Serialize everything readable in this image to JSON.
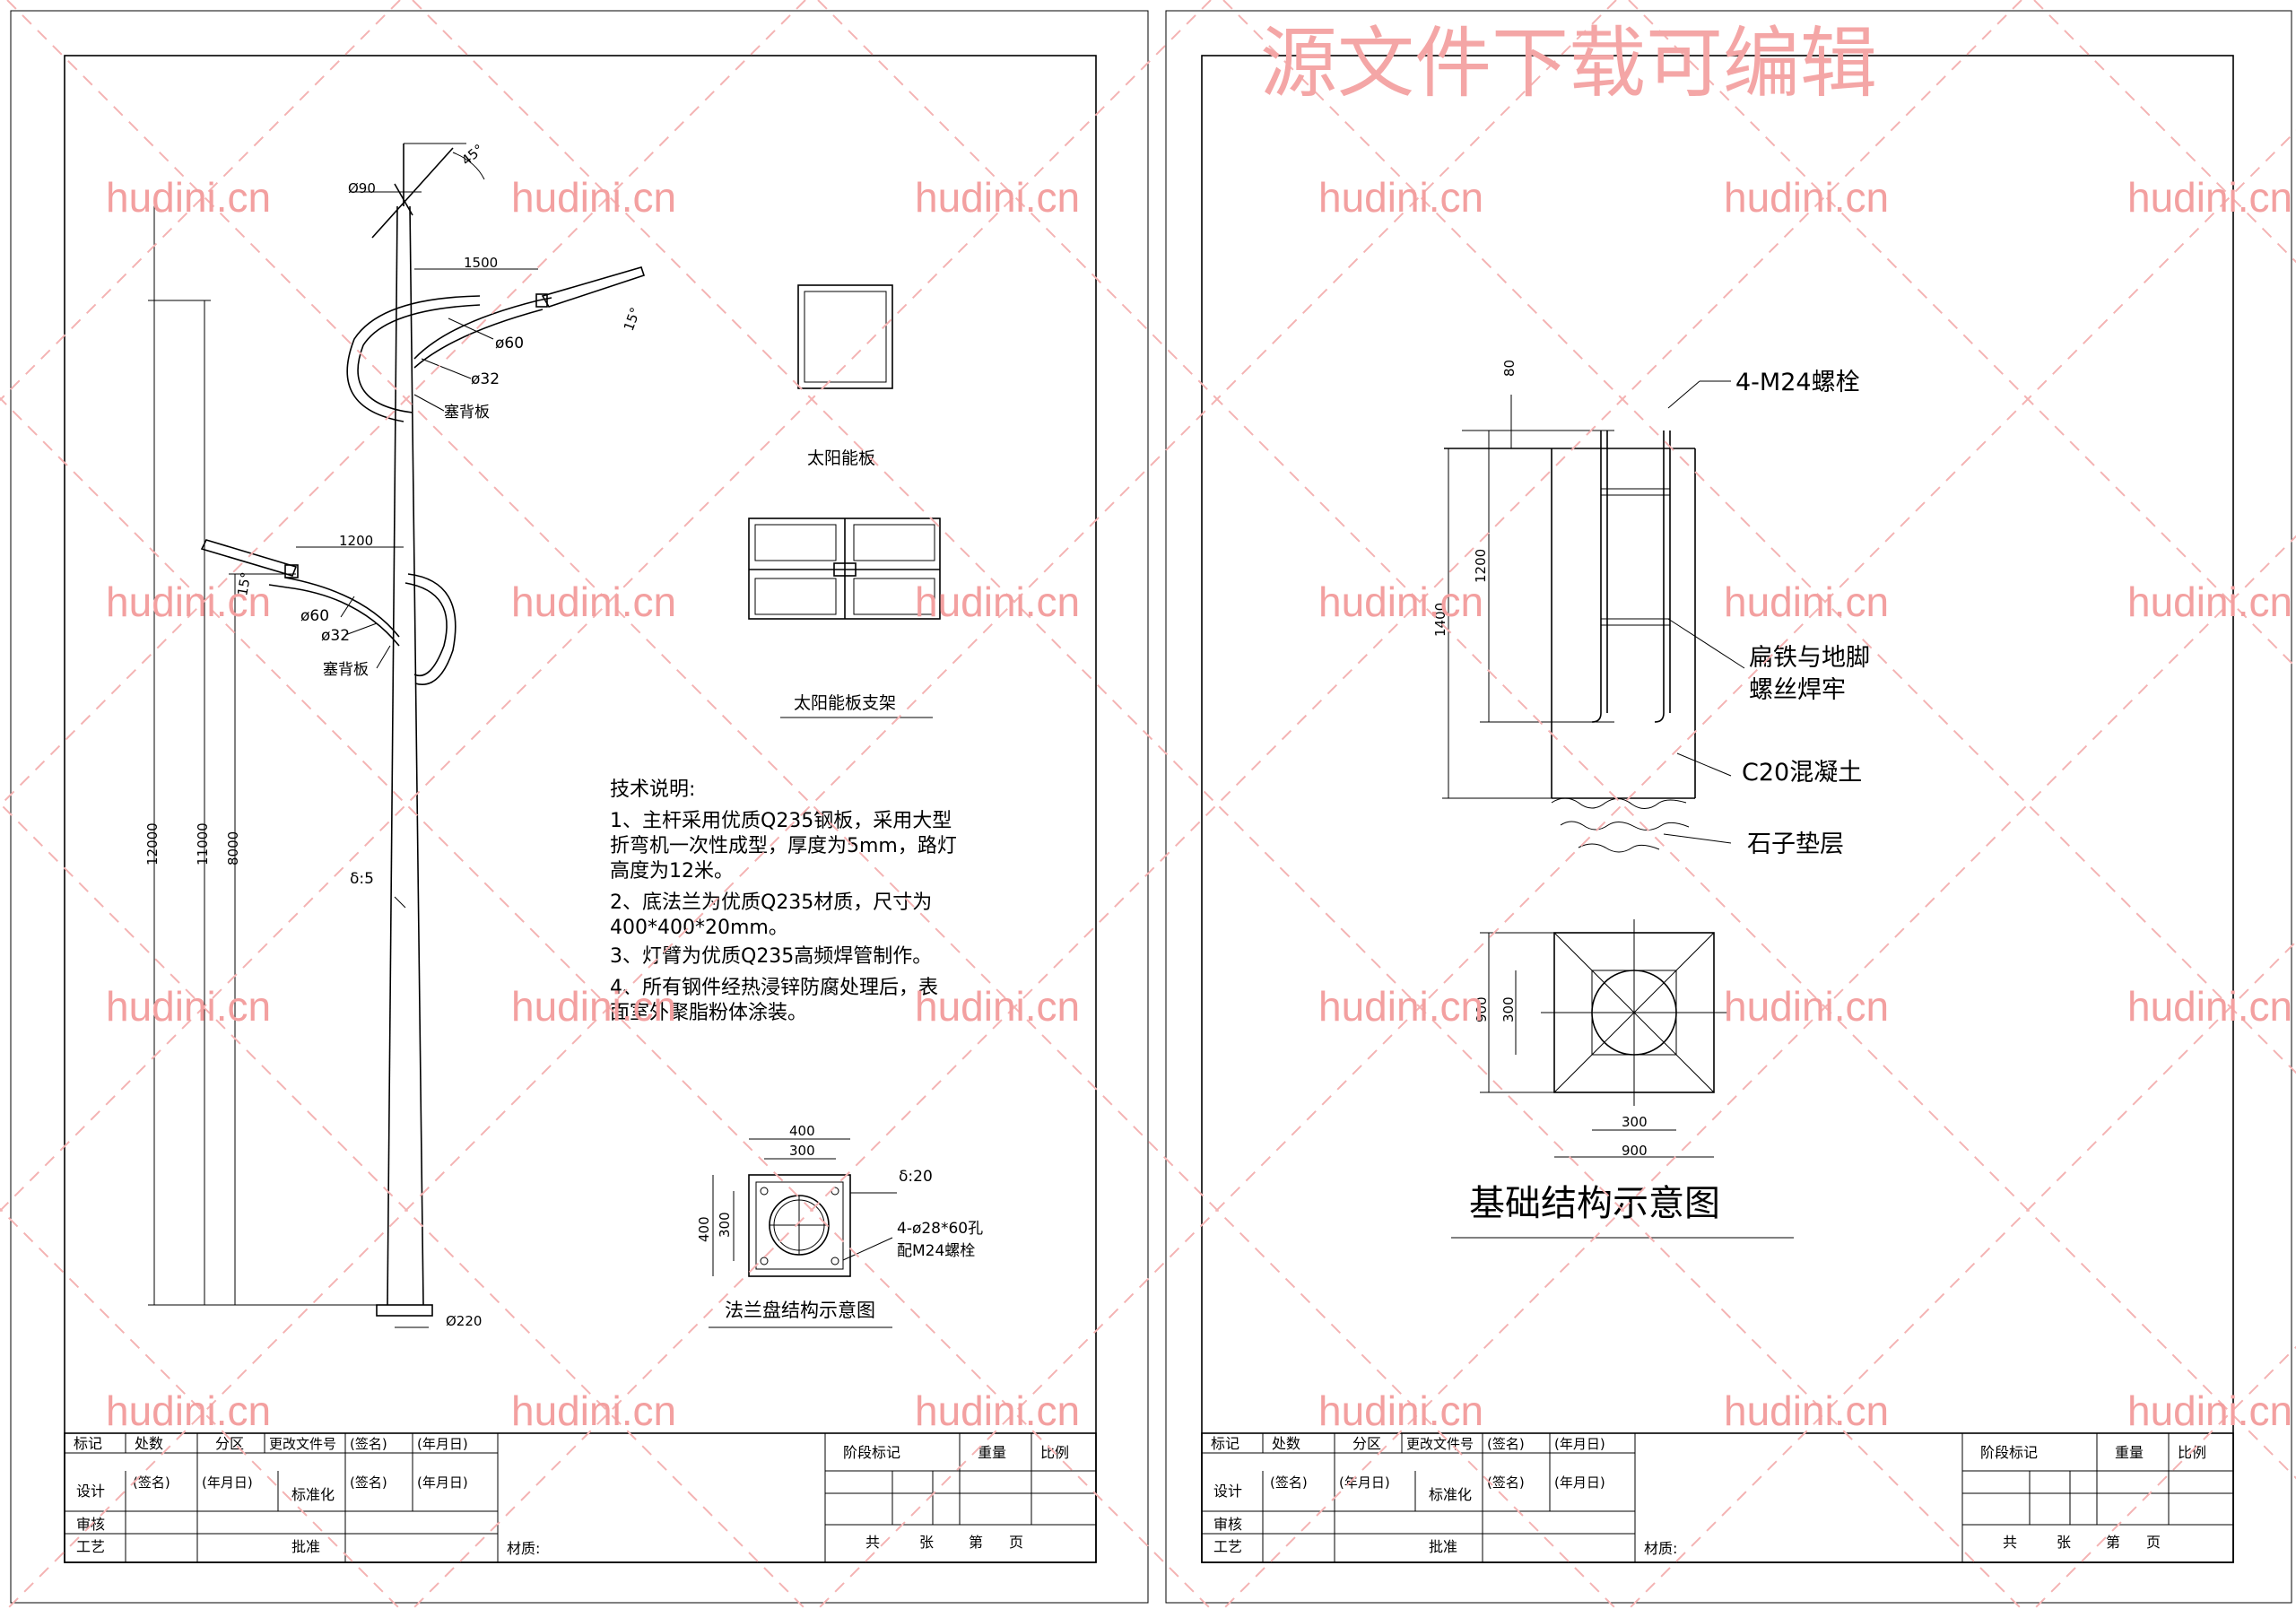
{
  "watermark_top": "源文件下载可编辑",
  "watermark_repeat": "hudini.cn",
  "sheet1": {
    "pole_dims": {
      "top_dia": "Ø90",
      "angle_top": "45°",
      "arm_upper_len": "1500",
      "arm_lower_len": "1200",
      "angle_15_a": "15°",
      "angle_15_b": "15°",
      "dia60_a": "ø60",
      "dia32_a": "ø32",
      "dia60_b": "ø60",
      "dia32_b": "ø32",
      "back_plate_a": "塞背板",
      "back_plate_b": "塞背板",
      "h12000": "12000",
      "h11000": "11000",
      "h8000": "8000",
      "thickness": "δ:5",
      "base_dia": "Ø220"
    },
    "solar_panel_label": "太阳能板",
    "solar_bracket_label": "太阳能板支架",
    "notes_title": "技术说明:",
    "notes_lines": [
      "1、主杆采用优质Q235钢板，采用大型",
      "折弯机一次性成型，厚度为5mm，路灯",
      "高度为12米。",
      "2、底法兰为优质Q235材质，尺寸为",
      "400*400*20mm。",
      "3、灯臂为优质Q235高频焊管制作。",
      "4、所有钢件经热浸锌防腐处理后，表",
      "面室外聚脂粉体涂装。"
    ],
    "flange": {
      "w400": "400",
      "w300": "300",
      "h400": "400",
      "h300": "300",
      "thickness": "δ:20",
      "holes": "4-ø28*60孔",
      "bolts": "配M24螺栓",
      "title": "法兰盘结构示意图"
    }
  },
  "sheet2": {
    "bolt_label": "4-M24螺栓",
    "d80": "80",
    "d1200": "1200",
    "d1400": "1400",
    "flat_iron_1": "扁铁与地脚",
    "flat_iron_2": "螺丝焊牢",
    "concrete": "C20混凝土",
    "gravel": "石子垫层",
    "plan": {
      "h900": "900",
      "h300": "300",
      "w300": "300",
      "w900": "900"
    },
    "title": "基础结构示意图"
  },
  "title_block": {
    "r1": [
      "标记",
      "处数",
      "分区",
      "更改文件号",
      "(签名)",
      "(年月日)"
    ],
    "r2": [
      "设计",
      "(签名)",
      "(年月日)",
      "标准化",
      "(签名)",
      "(年月日)"
    ],
    "audit": "审核",
    "craft": "工艺",
    "approve": "批准",
    "material": "材质:",
    "stage": "阶段标记",
    "weight": "重量",
    "scale": "比例",
    "total": "共",
    "sheets": "张",
    "page_no": "第",
    "page": "页"
  }
}
